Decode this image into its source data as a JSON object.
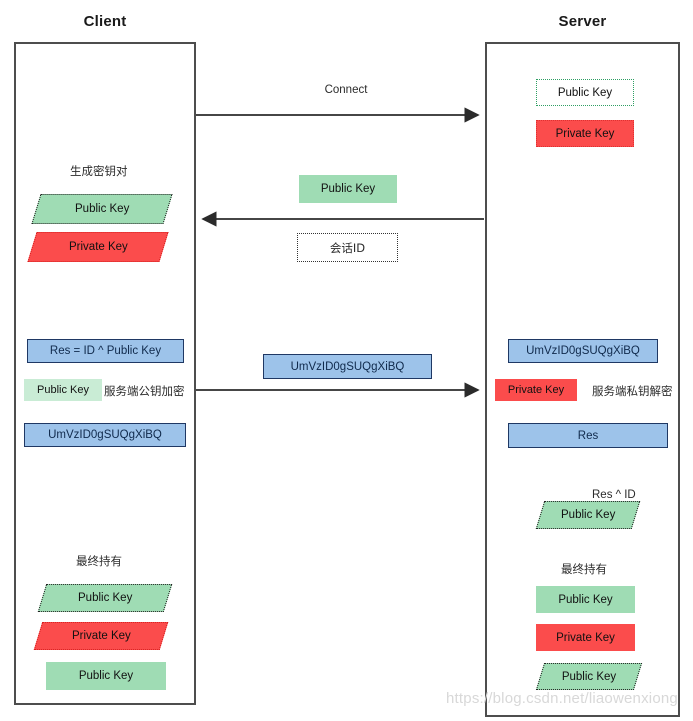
{
  "columns": {
    "client": {
      "title": "Client"
    },
    "server": {
      "title": "Server"
    }
  },
  "messages": {
    "connect": "Connect",
    "public_key_sent": "Public Key",
    "session_id": "会话ID",
    "cipher_sent": "UmVzID0gSUQgXiBQ"
  },
  "client": {
    "keypair_label": "生成密钥对",
    "keypair_public": "Public Key",
    "keypair_private": "Private Key",
    "res_expr": "Res = ID ^ Public Key",
    "encrypt_key": "Public Key",
    "encrypt_note": "服务端公钥加密",
    "cipher": "UmVzID0gSUQgXiBQ",
    "final_label": "最终持有",
    "final_public_own": "Public Key",
    "final_private_own": "Private Key",
    "final_public_server": "Public Key"
  },
  "server": {
    "keypair_public": "Public Key",
    "keypair_private": "Private Key",
    "cipher": "UmVzID0gSUQgXiBQ",
    "decrypt_key": "Private Key",
    "decrypt_note": "服务端私钥解密",
    "res": "Res",
    "xor_note": "Res ^ ID",
    "recovered_public": "Public Key",
    "final_label": "最终持有",
    "final_public_own": "Public Key",
    "final_private_own": "Private Key",
    "final_public_client": "Public Key"
  },
  "watermark": "https://blog.csdn.net/liaowenxiong",
  "colors": {
    "green": "#9fdcb4",
    "green_pale": "#c9ecd5",
    "red": "#fb4c4c",
    "blue": "#9dc3ea",
    "blue_border": "#1f3864",
    "lane_border": "#4d4d4d"
  }
}
